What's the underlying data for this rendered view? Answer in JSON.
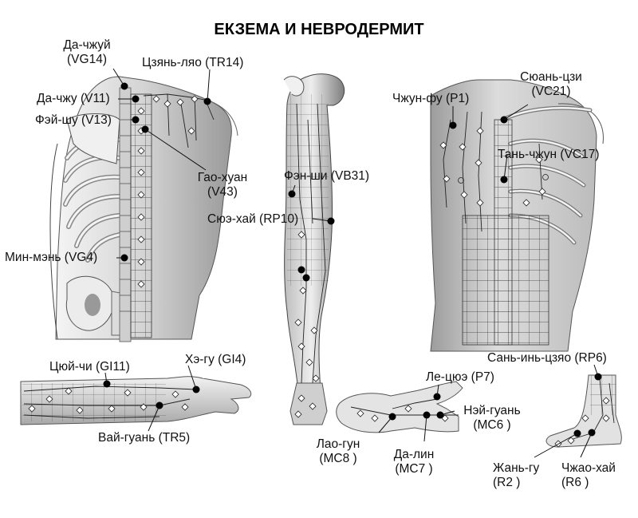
{
  "title": "ЕКЗЕМА И НЕВРОДЕРМИТ",
  "colors": {
    "ink": "#111111",
    "skin_light": "#e9e9e9",
    "skin_mid": "#c8c8c8",
    "skin_dark": "#8c8c8c",
    "bone": "#f2f2f2",
    "line": "#222222",
    "point": "#000000"
  },
  "labels": {
    "da_chzhuy": {
      "name": "Да-чжуй",
      "code": "(VG14)"
    },
    "tszyan_lyao": {
      "name": "Цзянь-ляо (TR14)"
    },
    "da_chzhu": {
      "name": "Да-чжу (V11)"
    },
    "fey_shu": {
      "name": "Фэй-шу (V13)"
    },
    "gao_huan": {
      "name": "Гао-хуан",
      "code": "(V43)"
    },
    "min_men": {
      "name": "Мин-мэнь (VG4)"
    },
    "fen_shi": {
      "name": "Фэн-ши (VB31)"
    },
    "syue_hay": {
      "name": "Сюэ-хай (RP10)"
    },
    "chzhun_fu": {
      "name": "Чжун-фу (P1)"
    },
    "syuan_tszi": {
      "name": "Сюань-цзи",
      "code": "(VC21)"
    },
    "tan_chzhun": {
      "name": "Тань-чжун (VC17)"
    },
    "tsyuy_chi": {
      "name": "Цюй-чи (GI11)"
    },
    "he_gu": {
      "name": "Хэ-гу (GI4)"
    },
    "vay_guan": {
      "name": "Вай-гуань (TR5)"
    },
    "san_in_tszyao": {
      "name": "Сань-инь-цзяо (RP6)"
    },
    "le_tsyue": {
      "name": "Ле-цюэ (P7)"
    },
    "ney_guan": {
      "name": "Нэй-гуань",
      "code": "(MC6 )"
    },
    "lao_gun": {
      "name": "Лао-гун",
      "code": "(MC8 )"
    },
    "da_lin": {
      "name": "Да-лин",
      "code": "(MC7 )"
    },
    "zhan_gu": {
      "name": "Жань-гу",
      "code": "(R2 )"
    },
    "chzhao_hay": {
      "name": "Чжао-хай",
      "code": "(R6 )"
    }
  }
}
